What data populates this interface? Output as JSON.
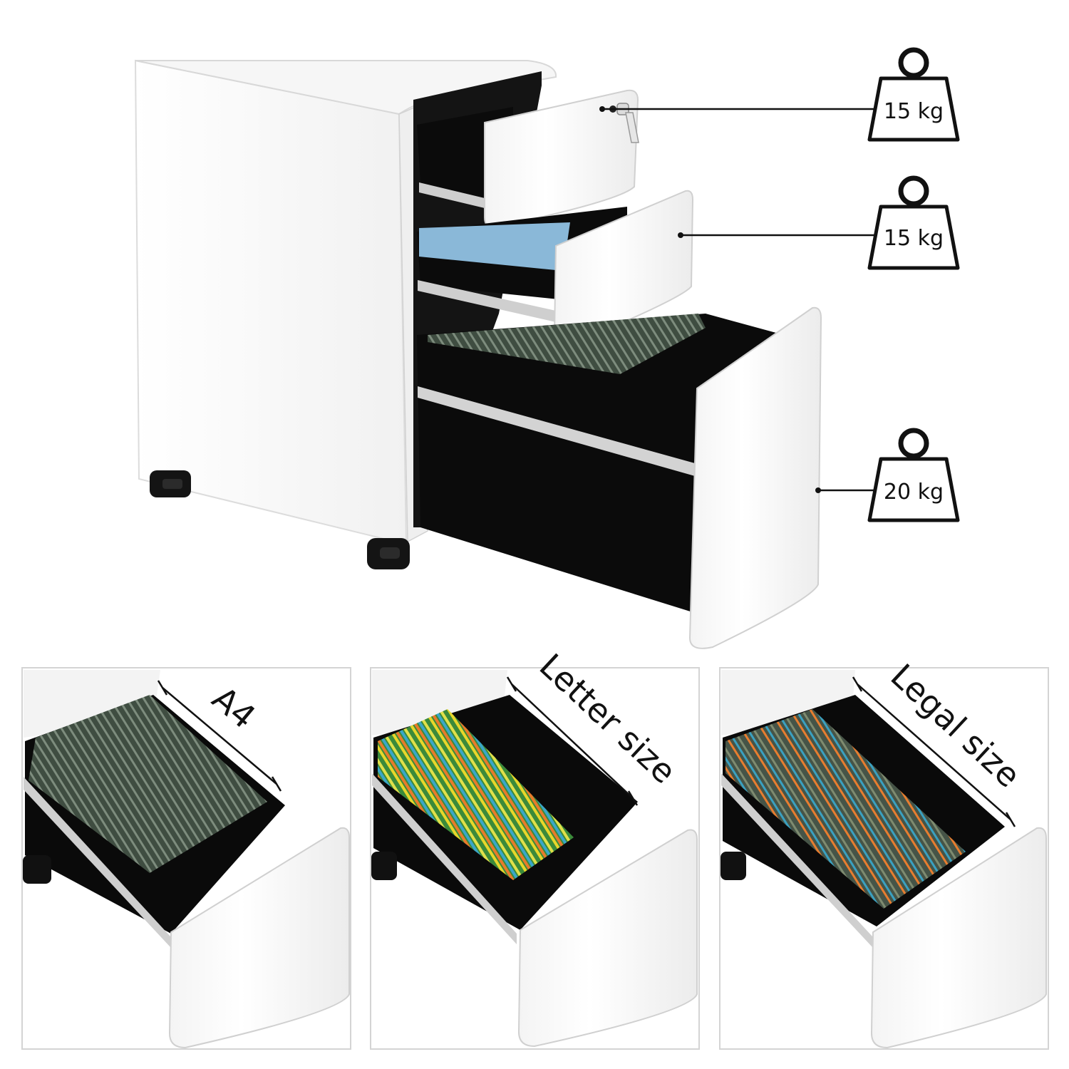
{
  "colors": {
    "cabinet": "#ffffff",
    "cabinet_shade": "#eeeeee",
    "interior": "#0a0a0a",
    "rail": "#cfcfcf",
    "folder_green": "#4a5a4c",
    "line": "#111111"
  },
  "weights": {
    "drawer_top": "15 kg",
    "drawer_middle": "15 kg",
    "drawer_bottom": "20 kg"
  },
  "sizes": {
    "a4": "A4",
    "letter": "Letter size",
    "legal": "Legal size"
  },
  "icons": [
    "weight-icon",
    "key-icon",
    "caster-wheel-icon",
    "hanging-folder-icon"
  ]
}
